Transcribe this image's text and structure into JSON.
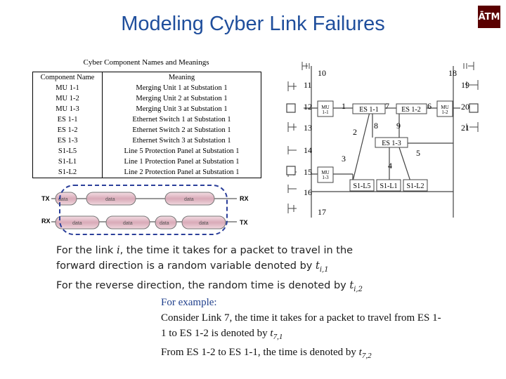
{
  "header": {
    "title": "Modeling Cyber Link Failures",
    "logo_text": "ĀTM"
  },
  "table": {
    "caption": "Cyber Component Names and Meanings",
    "headers": [
      "Component Name",
      "Meaning"
    ],
    "rows": [
      [
        "MU 1-1",
        "Merging Unit 1 at Substation 1"
      ],
      [
        "MU 1-2",
        "Merging Unit 2 at Substation 1"
      ],
      [
        "MU 1-3",
        "Merging Unit 3 at Substation 1"
      ],
      [
        "ES 1-1",
        "Ethernet Switch 1 at Substation 1"
      ],
      [
        "ES 1-2",
        "Ethernet Switch 2 at Substation 1"
      ],
      [
        "ES 1-3",
        "Ethernet Switch 3 at Substation 1"
      ],
      [
        "S1-L5",
        "Line 5 Protection Panel at Substation 1"
      ],
      [
        "S1-L1",
        "Line 1 Protection Panel at Substation 1"
      ],
      [
        "S1-L2",
        "Line 2 Protection Panel at Substation 1"
      ]
    ]
  },
  "transmission": {
    "tx_label": "TX",
    "rx_label": "RX",
    "rx_right_label": "RX",
    "tx_right_label": "TX",
    "packet_label": "data"
  },
  "network": {
    "link_numbers": [
      "10",
      "11",
      "12",
      "13",
      "14",
      "15",
      "16",
      "17",
      "18",
      "19",
      "20",
      "21",
      "1",
      "2",
      "3",
      "4",
      "5",
      "6",
      "7",
      "8",
      "9"
    ],
    "mu_left": [
      "MU",
      "1-1"
    ],
    "mu_right": [
      "MU",
      "1-2"
    ],
    "mu_bottom": [
      "MU",
      "1-3"
    ],
    "es_1_1": "ES 1-1",
    "es_1_2": "ES 1-2",
    "es_1_3": "ES 1-3",
    "s1_l5": "S1-L5",
    "s1_l1": "S1-L1",
    "s1_l2": "S1-L2"
  },
  "explanation": {
    "line1_a": "For the link ",
    "line1_var": "i",
    "line1_b": ", the time it takes for a packet to travel in the",
    "line2_a": "forward direction is a random variable denoted by ",
    "line2_var": "t",
    "line2_sub": "i,1",
    "line3_a": "For the reverse direction, the random time is denoted by ",
    "line3_var": "t",
    "line3_sub": "i,2"
  },
  "example": {
    "heading": "For example:",
    "line1": "Consider Link 7, the time it takes for a packet to travel from ES 1-",
    "line2_a": "1 to ES 1-2 is denoted by ",
    "line2_var": "t",
    "line2_sub": "7,1",
    "line3_a": "From ES 1-2 to ES 1-1, the time is denoted by ",
    "line3_var": "t",
    "line3_sub": "7,2"
  }
}
